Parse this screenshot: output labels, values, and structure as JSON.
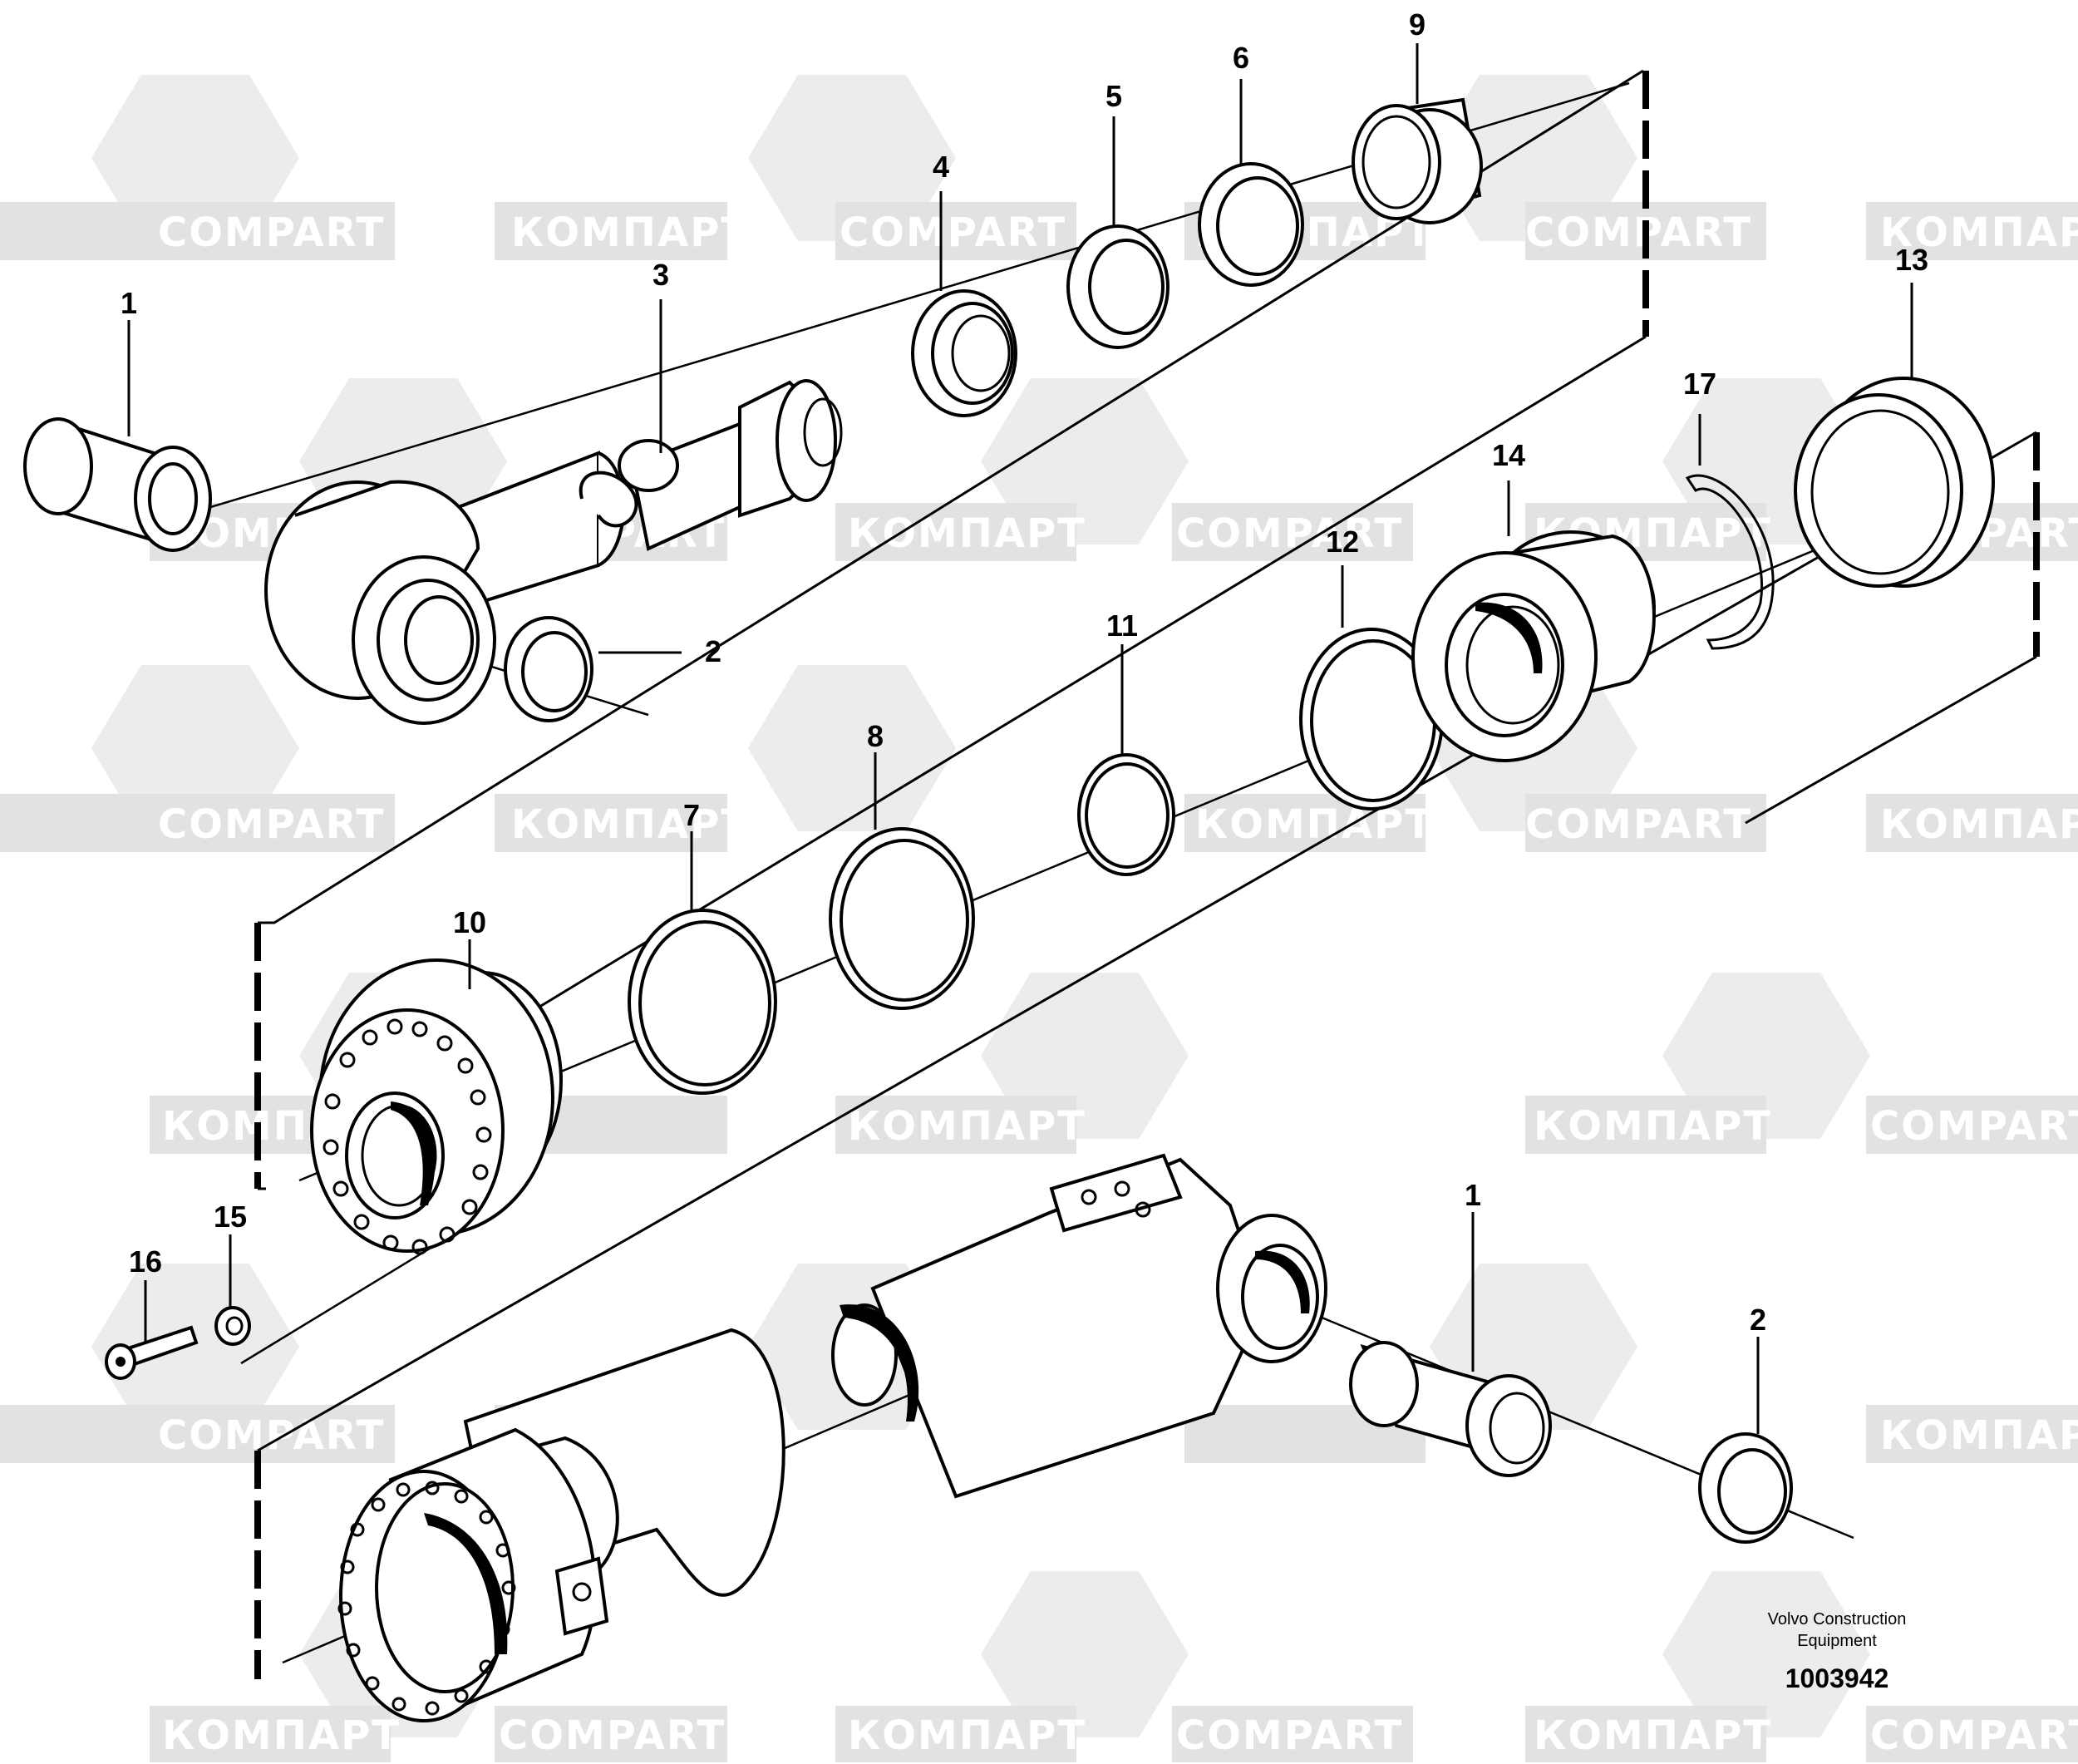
{
  "watermark": {
    "latin": "COMPART",
    "cyrillic": "КОМПАРТ"
  },
  "callouts": {
    "p1_top": "1",
    "p2_top": "2",
    "p3": "3",
    "p4": "4",
    "p5": "5",
    "p6": "6",
    "p7": "7",
    "p8": "8",
    "p9": "9",
    "p10": "10",
    "p11": "11",
    "p12": "12",
    "p13": "13",
    "p14": "14",
    "p15": "15",
    "p16": "16",
    "p17": "17",
    "p1_bottom": "1",
    "p2_bottom": "2"
  },
  "footer": {
    "credit_line1": "Volvo Construction",
    "credit_line2": "Equipment",
    "document_number": "1003942"
  }
}
